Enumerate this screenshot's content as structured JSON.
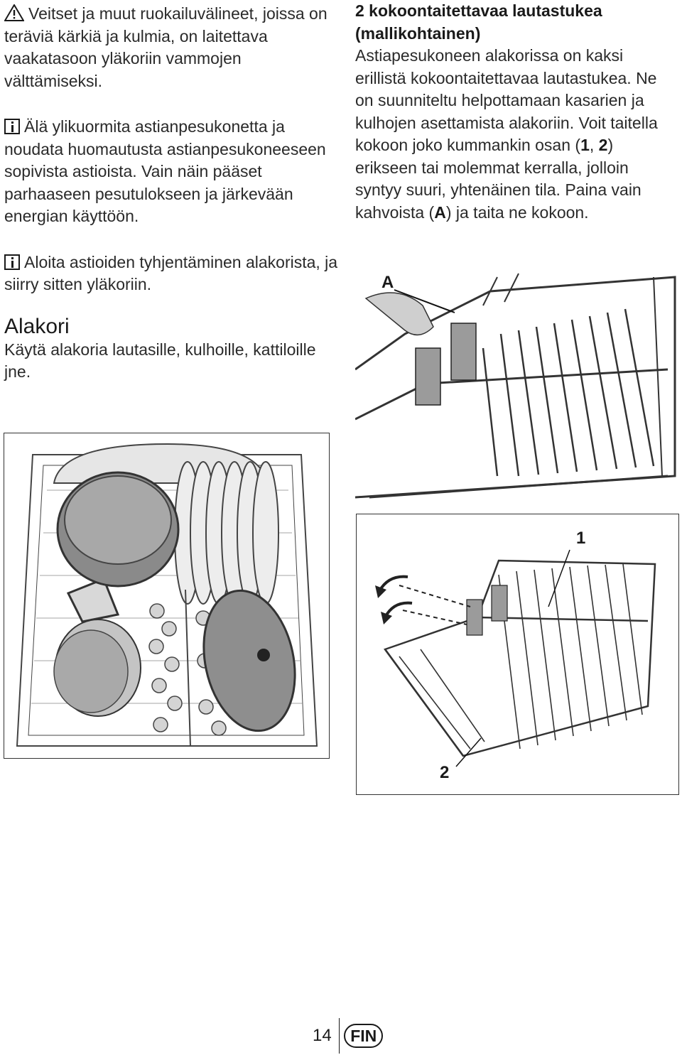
{
  "left": {
    "warning_text": "Veitset ja muut ruokailuvälineet, joissa on teräviä kärkiä ja kulmia, on laitettava vaakatasoon yläkoriin vammojen välttämiseksi.",
    "info1_text": "Älä ylikuormita astianpesukonetta ja noudata huomautusta astianpesukoneeseen sopivista astioista. Vain näin pääset parhaaseen pesutulokseen ja järkevään energian käyttöön.",
    "info2_text": "Aloita astioiden tyhjentäminen alakorista, ja siirry sitten yläkoriin.",
    "section_title": "Alakori",
    "section_text": "Käytä alakoria lautasille, kulhoille, kattiloille jne."
  },
  "right": {
    "heading_line1": "2 kokoontaitettavaa lautastukea",
    "heading_line2": "(mallikohtainen)",
    "body_part1": "Astiapesukoneen alakorissa on kaksi erillistä kokoontaitettavaa lautastukea. Ne on suunniteltu helpottamaan kasarien ja kulhojen asettamista alakoriin. Voit taitella kokoon joko kummankin osan (",
    "ref1": "1",
    "body_sep": ", ",
    "ref2": "2",
    "body_part2": ") erikseen tai molemmat kerralla, jolloin syntyy suuri, yhtenäinen tila. Paina vain kahvoista (",
    "refA": "A",
    "body_part3": ") ja taita ne kokoon."
  },
  "figures": {
    "label_A": "A",
    "label_1": "1",
    "label_2": "2"
  },
  "footer": {
    "page_number": "14",
    "language": "FIN"
  }
}
